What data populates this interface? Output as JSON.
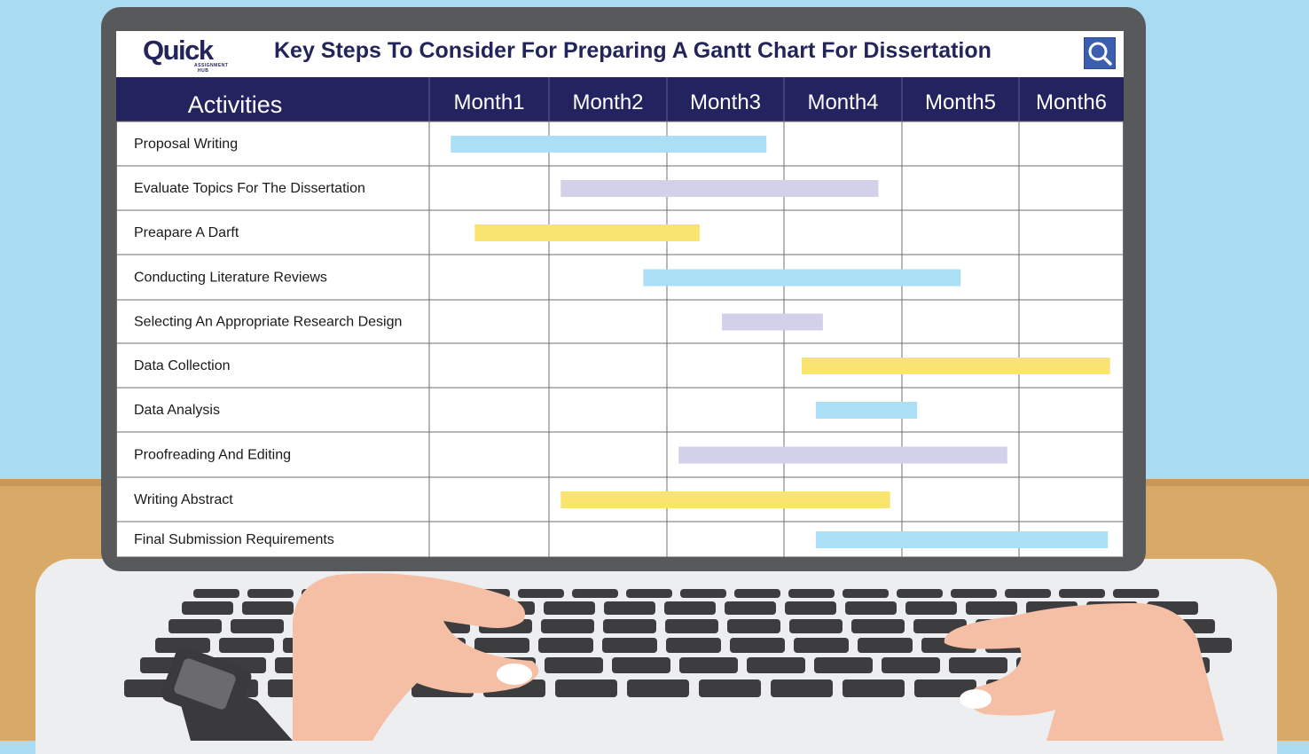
{
  "header": {
    "brand": "Quick",
    "brand_sub_1": "ASSIGNMENT",
    "brand_sub_2": "HUB",
    "search_icon": "search-icon"
  },
  "chart_data": {
    "type": "gantt",
    "title": "Key Steps To Consider For Preparing A Gantt Chart For Dissertation",
    "category_header": "Activities",
    "months": [
      "Month1",
      "Month2",
      "Month3",
      "Month4",
      "Month5",
      "Month6"
    ],
    "colors": {
      "blue": "#abdff6",
      "lavender": "#d3d0ea",
      "yellow": "#f8e46e",
      "header_bg": "#23235f",
      "grid": "#6f6f6f"
    },
    "tasks": [
      {
        "name": "Proposal Writing",
        "start": 0.18,
        "end": 2.85,
        "color": "blue"
      },
      {
        "name": "Evaluate Topics For The Dissertation",
        "start": 1.1,
        "end": 3.8,
        "color": "lavender"
      },
      {
        "name": "Preapare A Darft",
        "start": 0.38,
        "end": 2.28,
        "color": "yellow"
      },
      {
        "name": "Conducting Literature Reviews",
        "start": 1.8,
        "end": 4.5,
        "color": "blue"
      },
      {
        "name": "Selecting An Appropriate Research Design",
        "start": 2.47,
        "end": 3.33,
        "color": "lavender"
      },
      {
        "name": "Data Collection",
        "start": 3.15,
        "end": 5.87,
        "color": "yellow"
      },
      {
        "name": "Data Analysis",
        "start": 3.27,
        "end": 4.13,
        "color": "blue"
      },
      {
        "name": "Proofreading And Editing",
        "start": 2.1,
        "end": 4.9,
        "color": "lavender"
      },
      {
        "name": "Writing Abstract",
        "start": 1.1,
        "end": 3.9,
        "color": "yellow"
      },
      {
        "name": "Final Submission Requirements",
        "start": 3.27,
        "end": 5.85,
        "color": "blue"
      }
    ]
  }
}
